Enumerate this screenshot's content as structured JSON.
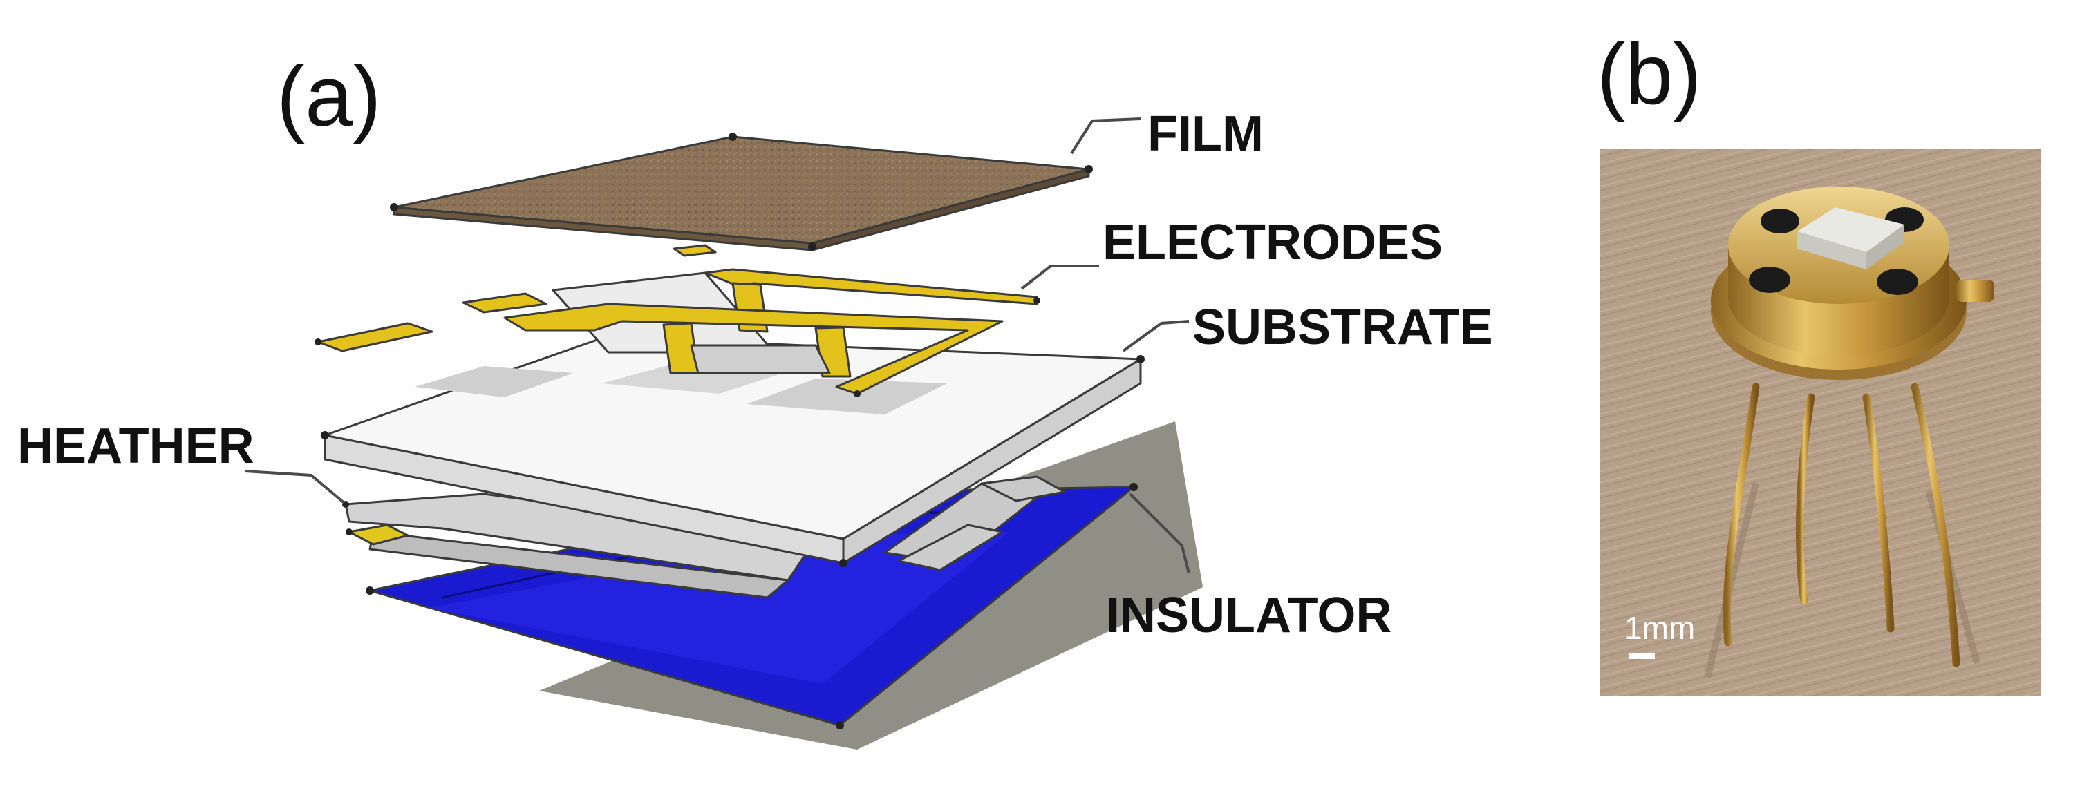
{
  "panels": {
    "a": {
      "label": "(a)"
    },
    "b": {
      "label": "(b)"
    }
  },
  "layers": {
    "film": "FILM",
    "electrodes": "ELECTRODES",
    "substrate": "SUBSTRATE",
    "heater": "HEATHER",
    "insulator": "INSULATOR"
  },
  "photo": {
    "scale_bar_label": "1mm"
  },
  "colors": {
    "film": "#8c7358",
    "electrodes": "#e3c21c",
    "substrate": "#f7f7f7",
    "heater": "#c9c9c9",
    "insulator": "#1a1ad1",
    "shadow": "#8f8f86",
    "photo_background": "#b9a692",
    "gold": "#c99a3e"
  }
}
